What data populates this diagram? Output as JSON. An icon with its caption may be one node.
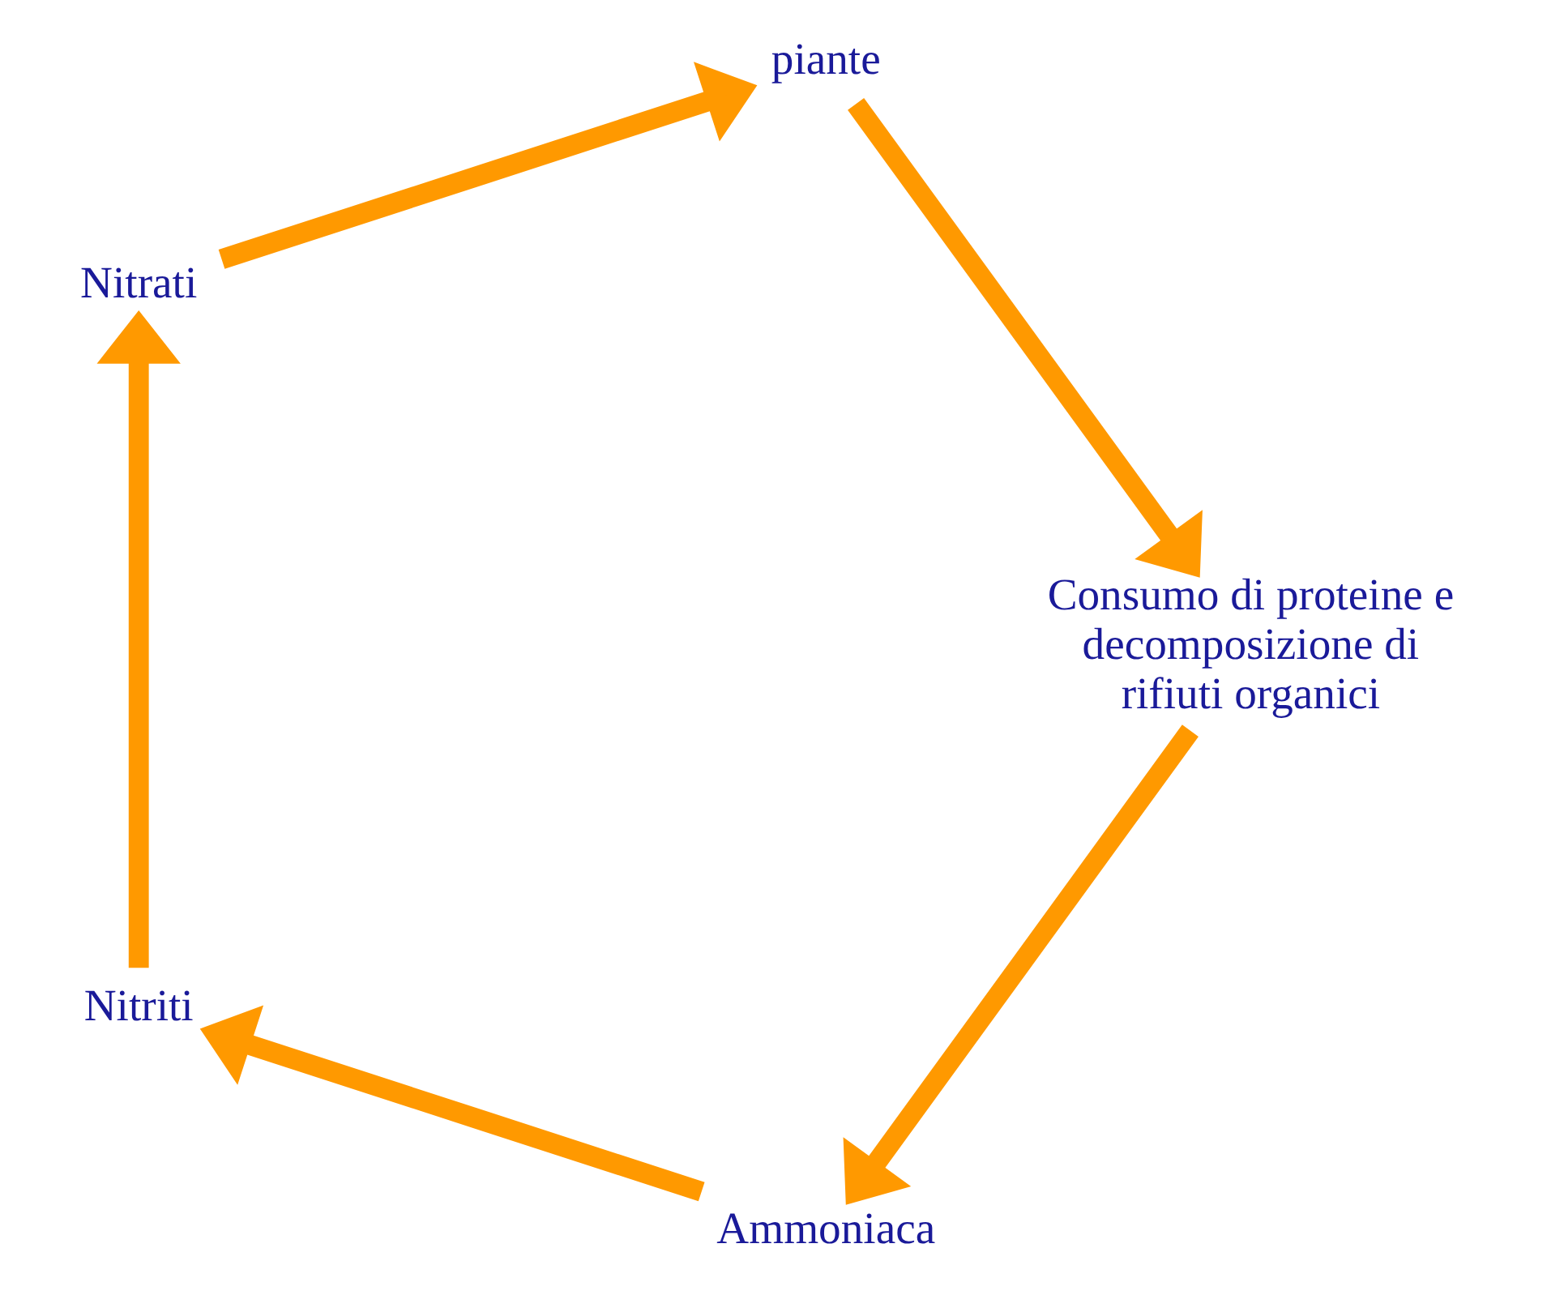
{
  "diagram": {
    "nodes": [
      {
        "text": [
          "Ammoniaca"
        ]
      },
      {
        "text": [
          "Nitriti"
        ]
      },
      {
        "text": [
          "Nitrati"
        ]
      },
      {
        "text": [
          "piante"
        ]
      },
      {
        "text": [
          "Consumo di proteine e decomposizione di rifiuti organici"
        ]
      }
    ],
    "edges": [
      {
        "from": 0,
        "to": 1,
        "arrow": "to"
      },
      {
        "from": 1,
        "to": 2,
        "arrow": "to"
      },
      {
        "from": 2,
        "to": 3,
        "arrow": "to"
      },
      {
        "from": 3,
        "to": 4,
        "arrow": "to"
      },
      {
        "from": 4,
        "to": 0,
        "arrow": "to"
      }
    ]
  }
}
